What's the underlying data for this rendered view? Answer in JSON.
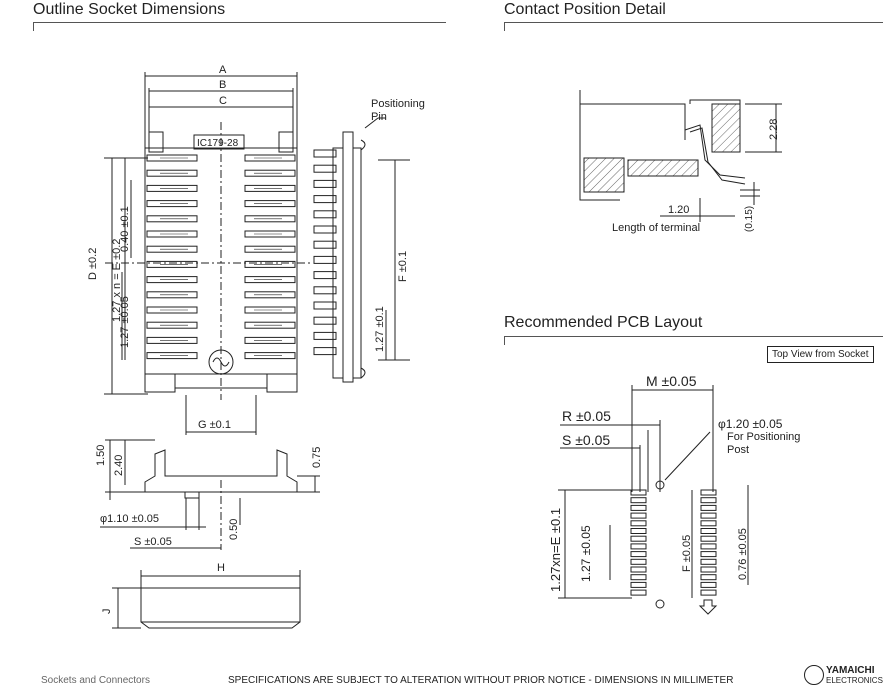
{
  "sections": {
    "outline": "Outline Socket Dimensions",
    "contact": "Contact Position Detail",
    "pcb": "Recommended PCB Layout"
  },
  "labels": {
    "positioning_pin": "Positioning\nPin",
    "length_terminal": "Length of terminal",
    "top_view": "Top View from Socket",
    "for_positioning_post": "For Positioning\nPost",
    "part_marking": "IC179-28"
  },
  "dims": {
    "A": "A",
    "B": "B",
    "C": "C",
    "D": "D ±0.2",
    "E": "1.27 x n = E ±0.2",
    "pitch_040": "0.40 ±0.1",
    "pitch_127a": "1.27 ±0.05",
    "F": "F ±0.1",
    "pitch_127b": "1.27 ±0.1",
    "G": "G ±0.1",
    "h150": "1.50",
    "h240": "2.40",
    "h075": "0.75",
    "phi110": "φ1.10 ±0.05",
    "h050": "0.50",
    "S": "S ±0.05",
    "H": "H",
    "J": "J",
    "d228": "2.28",
    "d120": "1.20",
    "d015": "(0.15)",
    "M": "M ±0.05",
    "R": "R ±0.05",
    "S2": "S ±0.05",
    "phi120": "φ1.20 ±0.05",
    "E2": "1.27xn=E ±0.1",
    "p127": "1.27 ±0.05",
    "F2": "F ±0.05",
    "p076": "0.76 ±0.05"
  },
  "footer": {
    "left": "Sockets and Connectors",
    "center": "SPECIFICATIONS ARE SUBJECT TO ALTERATION WITHOUT PRIOR  NOTICE  -  DIMENSIONS IN MILLIMETER",
    "brand": "YAMAICHI",
    "brand_sub": "ELECTRONICS"
  }
}
